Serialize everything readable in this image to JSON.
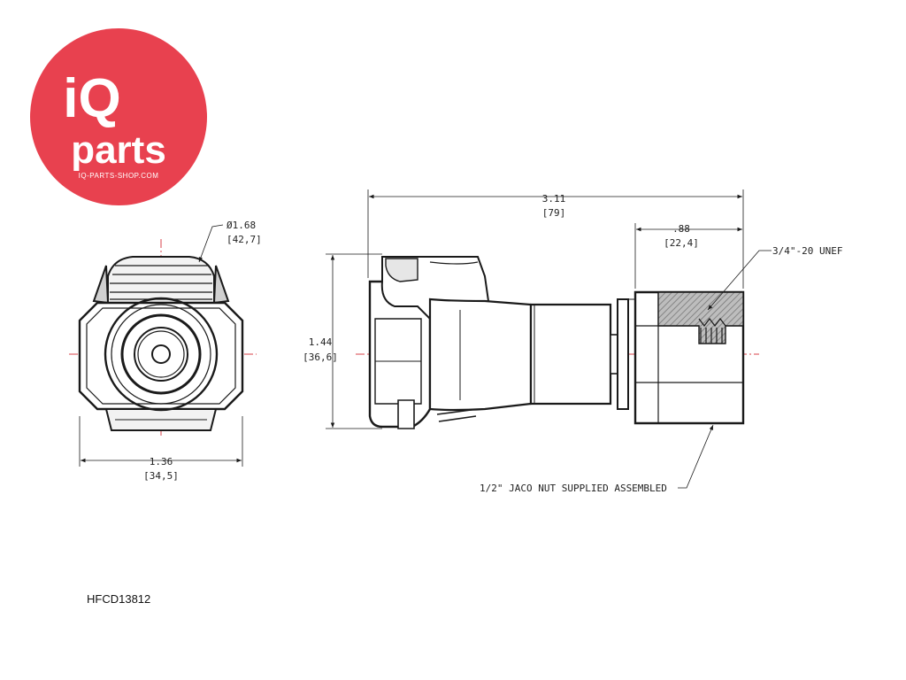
{
  "logo": {
    "line1": "iQ",
    "line2": "parts",
    "url": "IQ-PARTS-SHOP.COM",
    "color": "#e8414f"
  },
  "drawing": {
    "front_view": {
      "diameter_label": "Ø1.68",
      "diameter_metric": "[42,7]",
      "width_label": "1.36",
      "width_metric": "[34,5]"
    },
    "side_view": {
      "length_label": "3.11",
      "length_metric": "[79]",
      "thread_length_label": ".88",
      "thread_length_metric": "[22,4]",
      "height_label": "1.44",
      "height_metric": "[36,6]",
      "thread_callout": "3/4\"-20 UNEF",
      "nut_callout": "1/2\" JACO NUT SUPPLIED ASSEMBLED"
    }
  },
  "part_number": "HFCD13812",
  "colors": {
    "line": "#1a1a1a",
    "centerline": "#d9434b",
    "hatch": "#777777"
  }
}
